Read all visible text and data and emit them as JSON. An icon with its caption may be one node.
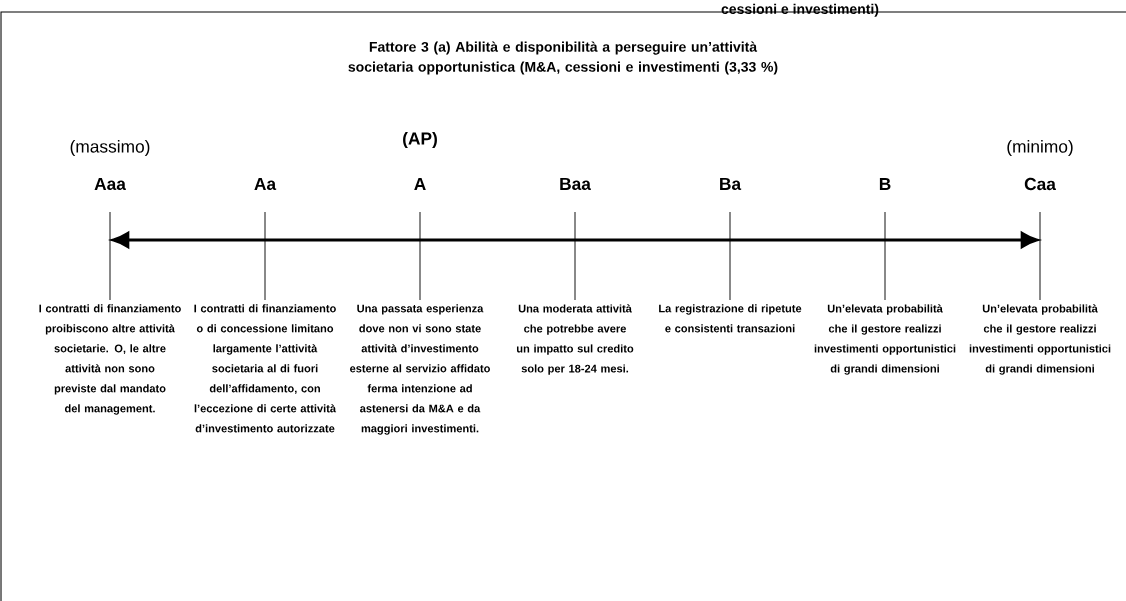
{
  "diagram": {
    "title": "Fattore 3 (a) Abilità e disponibilità a perseguire un’attività societaria opportunistica (M&A, cessioni e investimenti (3,33 %)",
    "labels": [
      "cessioni e investimenti)",
      "(massimo)",
      "(AP)",
      "(minimo)",
      "Aaa",
      "Aa",
      "A",
      "Baa",
      "Ba",
      "B",
      "Caa",
      "I contratti di finanziamento proibiscono altre attività societarie. O, le altre attività non sono previste dal mandato del management.",
      "I contratti di finanziamento o di concessione limitano largamente l’attività societaria al di fuori dell’affidamento, con l’eccezione di certe attività d’investimento autorizzate",
      "Una passata esperienza dove non vi sono state attività d’investimento esterne al servizio affidato ferma intenzione ad astenersi da M&A e da maggiori investimenti.",
      "Una moderata attività che potrebbe avere un impatto sul credito solo per 18-24 mesi.",
      "La registrazione di ripetute e consistenti transazioni",
      "Un’elevata probabilità che il gestore realizzi investimenti opportunistici di grandi dimensioni",
      "Un’elevata probabilità che il gestore realizzi investimenti opportunistici di grandi dimensioni"
    ]
  }
}
